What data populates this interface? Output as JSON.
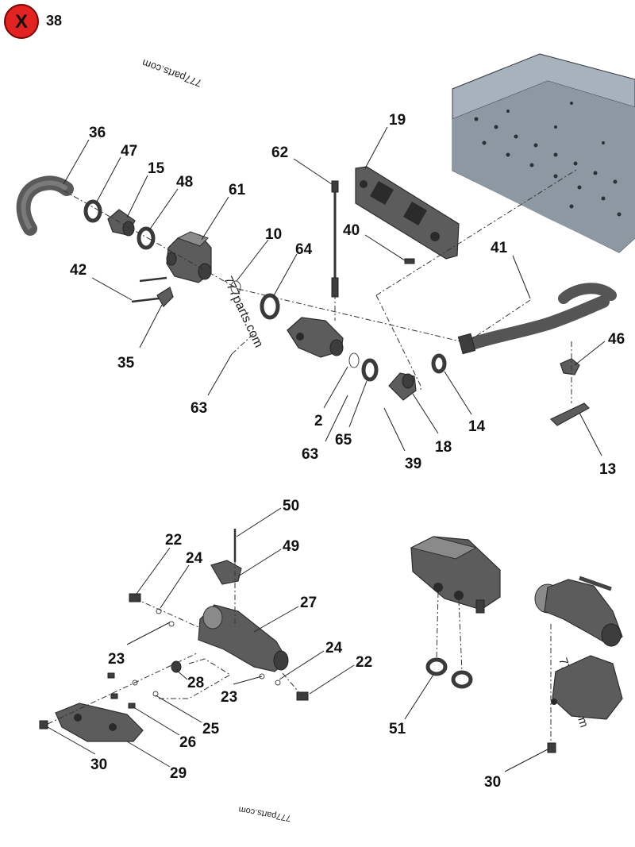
{
  "close_button": {
    "symbol": "X",
    "number": "38",
    "color": "#e32222"
  },
  "watermark": "777parts.com",
  "callouts": [
    {
      "id": "36",
      "text": "36"
    },
    {
      "id": "47",
      "text": "47"
    },
    {
      "id": "15",
      "text": "15"
    },
    {
      "id": "48",
      "text": "48"
    },
    {
      "id": "61",
      "text": "61"
    },
    {
      "id": "62",
      "text": "62"
    },
    {
      "id": "19",
      "text": "19"
    },
    {
      "id": "10",
      "text": "10"
    },
    {
      "id": "64",
      "text": "64"
    },
    {
      "id": "40",
      "text": "40"
    },
    {
      "id": "41",
      "text": "41"
    },
    {
      "id": "42",
      "text": "42"
    },
    {
      "id": "35",
      "text": "35"
    },
    {
      "id": "63a",
      "text": "63"
    },
    {
      "id": "2",
      "text": "2"
    },
    {
      "id": "63b",
      "text": "63"
    },
    {
      "id": "65",
      "text": "65"
    },
    {
      "id": "39",
      "text": "39"
    },
    {
      "id": "18",
      "text": "18"
    },
    {
      "id": "14",
      "text": "14"
    },
    {
      "id": "46",
      "text": "46"
    },
    {
      "id": "13",
      "text": "13"
    },
    {
      "id": "50",
      "text": "50"
    },
    {
      "id": "49",
      "text": "49"
    },
    {
      "id": "22a",
      "text": "22"
    },
    {
      "id": "24a",
      "text": "24"
    },
    {
      "id": "27",
      "text": "27"
    },
    {
      "id": "23a",
      "text": "23"
    },
    {
      "id": "24b",
      "text": "24"
    },
    {
      "id": "22b",
      "text": "22"
    },
    {
      "id": "28",
      "text": "28"
    },
    {
      "id": "23b",
      "text": "23"
    },
    {
      "id": "25",
      "text": "25"
    },
    {
      "id": "26",
      "text": "26"
    },
    {
      "id": "30a",
      "text": "30"
    },
    {
      "id": "29",
      "text": "29"
    },
    {
      "id": "51",
      "text": "51"
    },
    {
      "id": "30b",
      "text": "30"
    }
  ]
}
